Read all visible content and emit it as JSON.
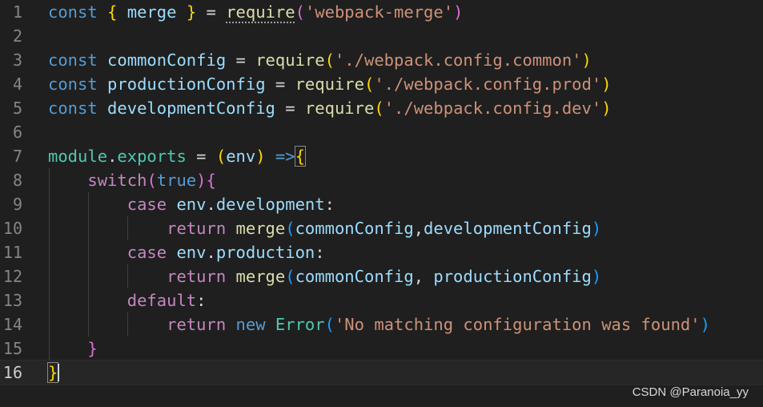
{
  "editor": {
    "lines": [
      {
        "n": "1",
        "tokens": [
          [
            "const",
            "kw"
          ],
          [
            " ",
            "op"
          ],
          [
            "{",
            "b1"
          ],
          [
            " merge ",
            "var"
          ],
          [
            "}",
            "b1"
          ],
          [
            " = ",
            "op"
          ],
          [
            "require",
            "fn-dots"
          ],
          [
            "(",
            "b2"
          ],
          [
            "'webpack-merge'",
            "str"
          ],
          [
            ")",
            "b2"
          ]
        ]
      },
      {
        "n": "2",
        "tokens": []
      },
      {
        "n": "3",
        "tokens": [
          [
            "const",
            "kw"
          ],
          [
            " commonConfig",
            "var"
          ],
          [
            " = ",
            "op"
          ],
          [
            "require",
            "fn"
          ],
          [
            "(",
            "b1"
          ],
          [
            "'./webpack.config.common'",
            "str"
          ],
          [
            ")",
            "b1"
          ]
        ]
      },
      {
        "n": "4",
        "tokens": [
          [
            "const",
            "kw"
          ],
          [
            " productionConfig",
            "var"
          ],
          [
            " = ",
            "op"
          ],
          [
            "require",
            "fn"
          ],
          [
            "(",
            "b1"
          ],
          [
            "'./webpack.config.prod'",
            "str"
          ],
          [
            ")",
            "b1"
          ]
        ]
      },
      {
        "n": "5",
        "tokens": [
          [
            "const",
            "kw"
          ],
          [
            " developmentConfig",
            "var"
          ],
          [
            " = ",
            "op"
          ],
          [
            "require",
            "fn"
          ],
          [
            "(",
            "b1"
          ],
          [
            "'./webpack.config.dev'",
            "str"
          ],
          [
            ")",
            "b1"
          ]
        ]
      },
      {
        "n": "6",
        "tokens": []
      },
      {
        "n": "7",
        "tokens": [
          [
            "module",
            "cls"
          ],
          [
            ".",
            "op"
          ],
          [
            "exports",
            "cls"
          ],
          [
            " = ",
            "op"
          ],
          [
            "(",
            "b1"
          ],
          [
            "env",
            "var"
          ],
          [
            ")",
            "b1"
          ],
          [
            " ",
            "op"
          ],
          [
            "=>",
            "kw"
          ],
          [
            "{",
            "b1m"
          ]
        ]
      },
      {
        "n": "8",
        "tokens": [
          [
            "    ",
            "op"
          ],
          [
            "switch",
            "ctl"
          ],
          [
            "(",
            "b2"
          ],
          [
            "true",
            "kw"
          ],
          [
            ")",
            "b2"
          ],
          [
            "{",
            "b2"
          ]
        ]
      },
      {
        "n": "9",
        "tokens": [
          [
            "        ",
            "op"
          ],
          [
            "case",
            "ctl"
          ],
          [
            " env",
            "var"
          ],
          [
            ".",
            "op"
          ],
          [
            "development",
            "var"
          ],
          [
            ":",
            "op"
          ]
        ]
      },
      {
        "n": "10",
        "tokens": [
          [
            "            ",
            "op"
          ],
          [
            "return",
            "ctl"
          ],
          [
            " ",
            "op"
          ],
          [
            "merge",
            "fn"
          ],
          [
            "(",
            "b3"
          ],
          [
            "commonConfig",
            "var"
          ],
          [
            ",",
            "op"
          ],
          [
            "developmentConfig",
            "var"
          ],
          [
            ")",
            "b3"
          ]
        ]
      },
      {
        "n": "11",
        "tokens": [
          [
            "        ",
            "op"
          ],
          [
            "case",
            "ctl"
          ],
          [
            " env",
            "var"
          ],
          [
            ".",
            "op"
          ],
          [
            "production",
            "var"
          ],
          [
            ":",
            "op"
          ]
        ]
      },
      {
        "n": "12",
        "tokens": [
          [
            "            ",
            "op"
          ],
          [
            "return",
            "ctl"
          ],
          [
            " ",
            "op"
          ],
          [
            "merge",
            "fn"
          ],
          [
            "(",
            "b3"
          ],
          [
            "commonConfig",
            "var"
          ],
          [
            ", ",
            "op"
          ],
          [
            "productionConfig",
            "var"
          ],
          [
            ")",
            "b3"
          ]
        ]
      },
      {
        "n": "13",
        "tokens": [
          [
            "        ",
            "op"
          ],
          [
            "default",
            "ctl"
          ],
          [
            ":",
            "op"
          ]
        ]
      },
      {
        "n": "14",
        "tokens": [
          [
            "            ",
            "op"
          ],
          [
            "return",
            "ctl"
          ],
          [
            " ",
            "op"
          ],
          [
            "new",
            "kw"
          ],
          [
            " ",
            "op"
          ],
          [
            "Error",
            "cls"
          ],
          [
            "(",
            "b3"
          ],
          [
            "'No matching configuration was found'",
            "str"
          ],
          [
            ")",
            "b3"
          ]
        ]
      },
      {
        "n": "15",
        "tokens": [
          [
            "    ",
            "op"
          ],
          [
            "}",
            "b2"
          ]
        ]
      },
      {
        "n": "16",
        "tokens": [
          [
            "}",
            "b1m"
          ]
        ]
      }
    ],
    "active_line": 16
  },
  "watermark": "CSDN @Paranoia_yy",
  "colors": {
    "background": "#1f1f1f",
    "keyword": "#569cd6",
    "control": "#c586c0",
    "variable": "#9cdcfe",
    "function": "#dcdcaa",
    "string": "#ce9178",
    "class": "#4ec9b0",
    "bracket_1": "#ffd700",
    "bracket_2": "#da70d6",
    "bracket_3": "#179fff"
  }
}
